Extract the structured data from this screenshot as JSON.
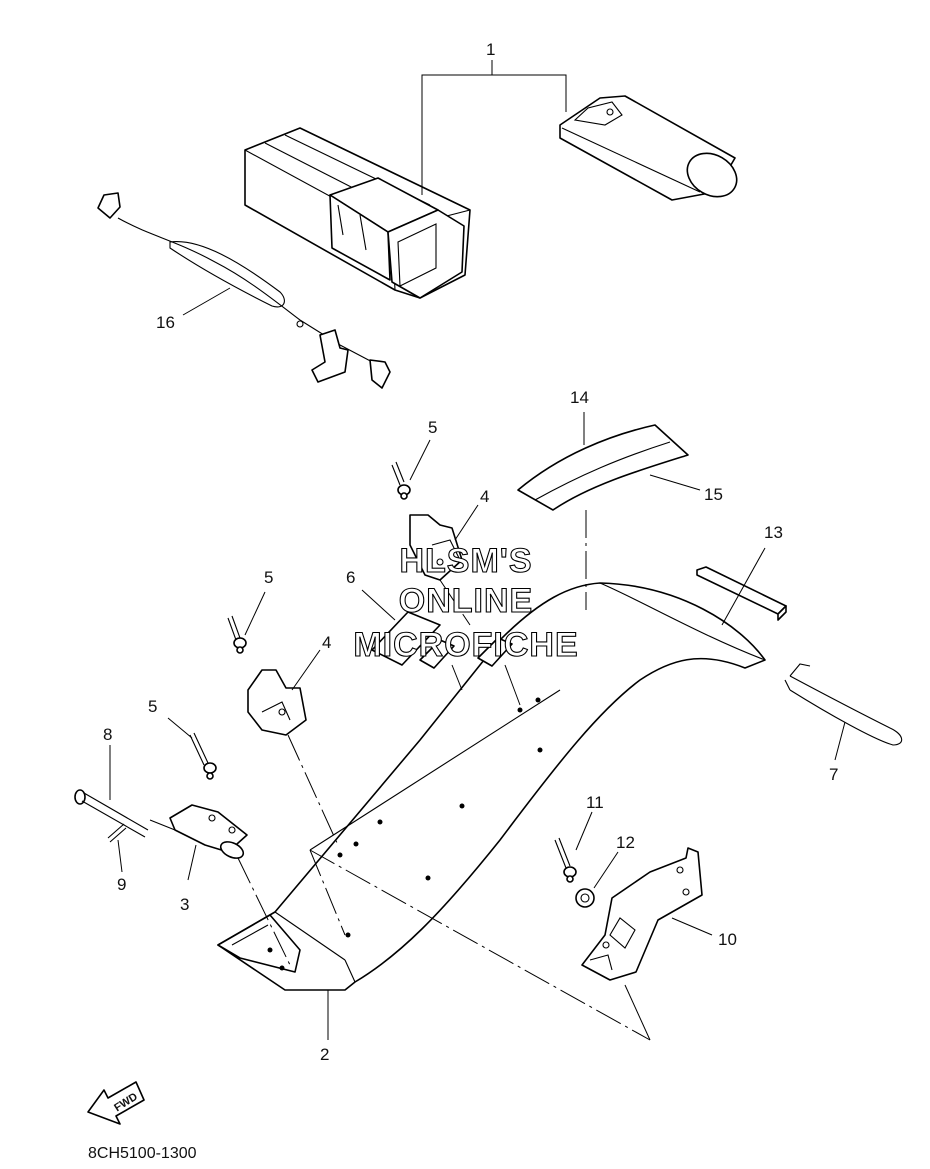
{
  "callouts": [
    "1",
    "2",
    "3",
    "4",
    "4",
    "5",
    "5",
    "5",
    "6",
    "7",
    "8",
    "9",
    "10",
    "11",
    "12",
    "13",
    "14",
    "15",
    "16"
  ],
  "watermark": {
    "line1": "HLSM'S",
    "line2": "ONLINE",
    "line3": "MICROFICHE"
  },
  "fwd_badge": "FWD",
  "drawing_code": "8CH5100-1300"
}
